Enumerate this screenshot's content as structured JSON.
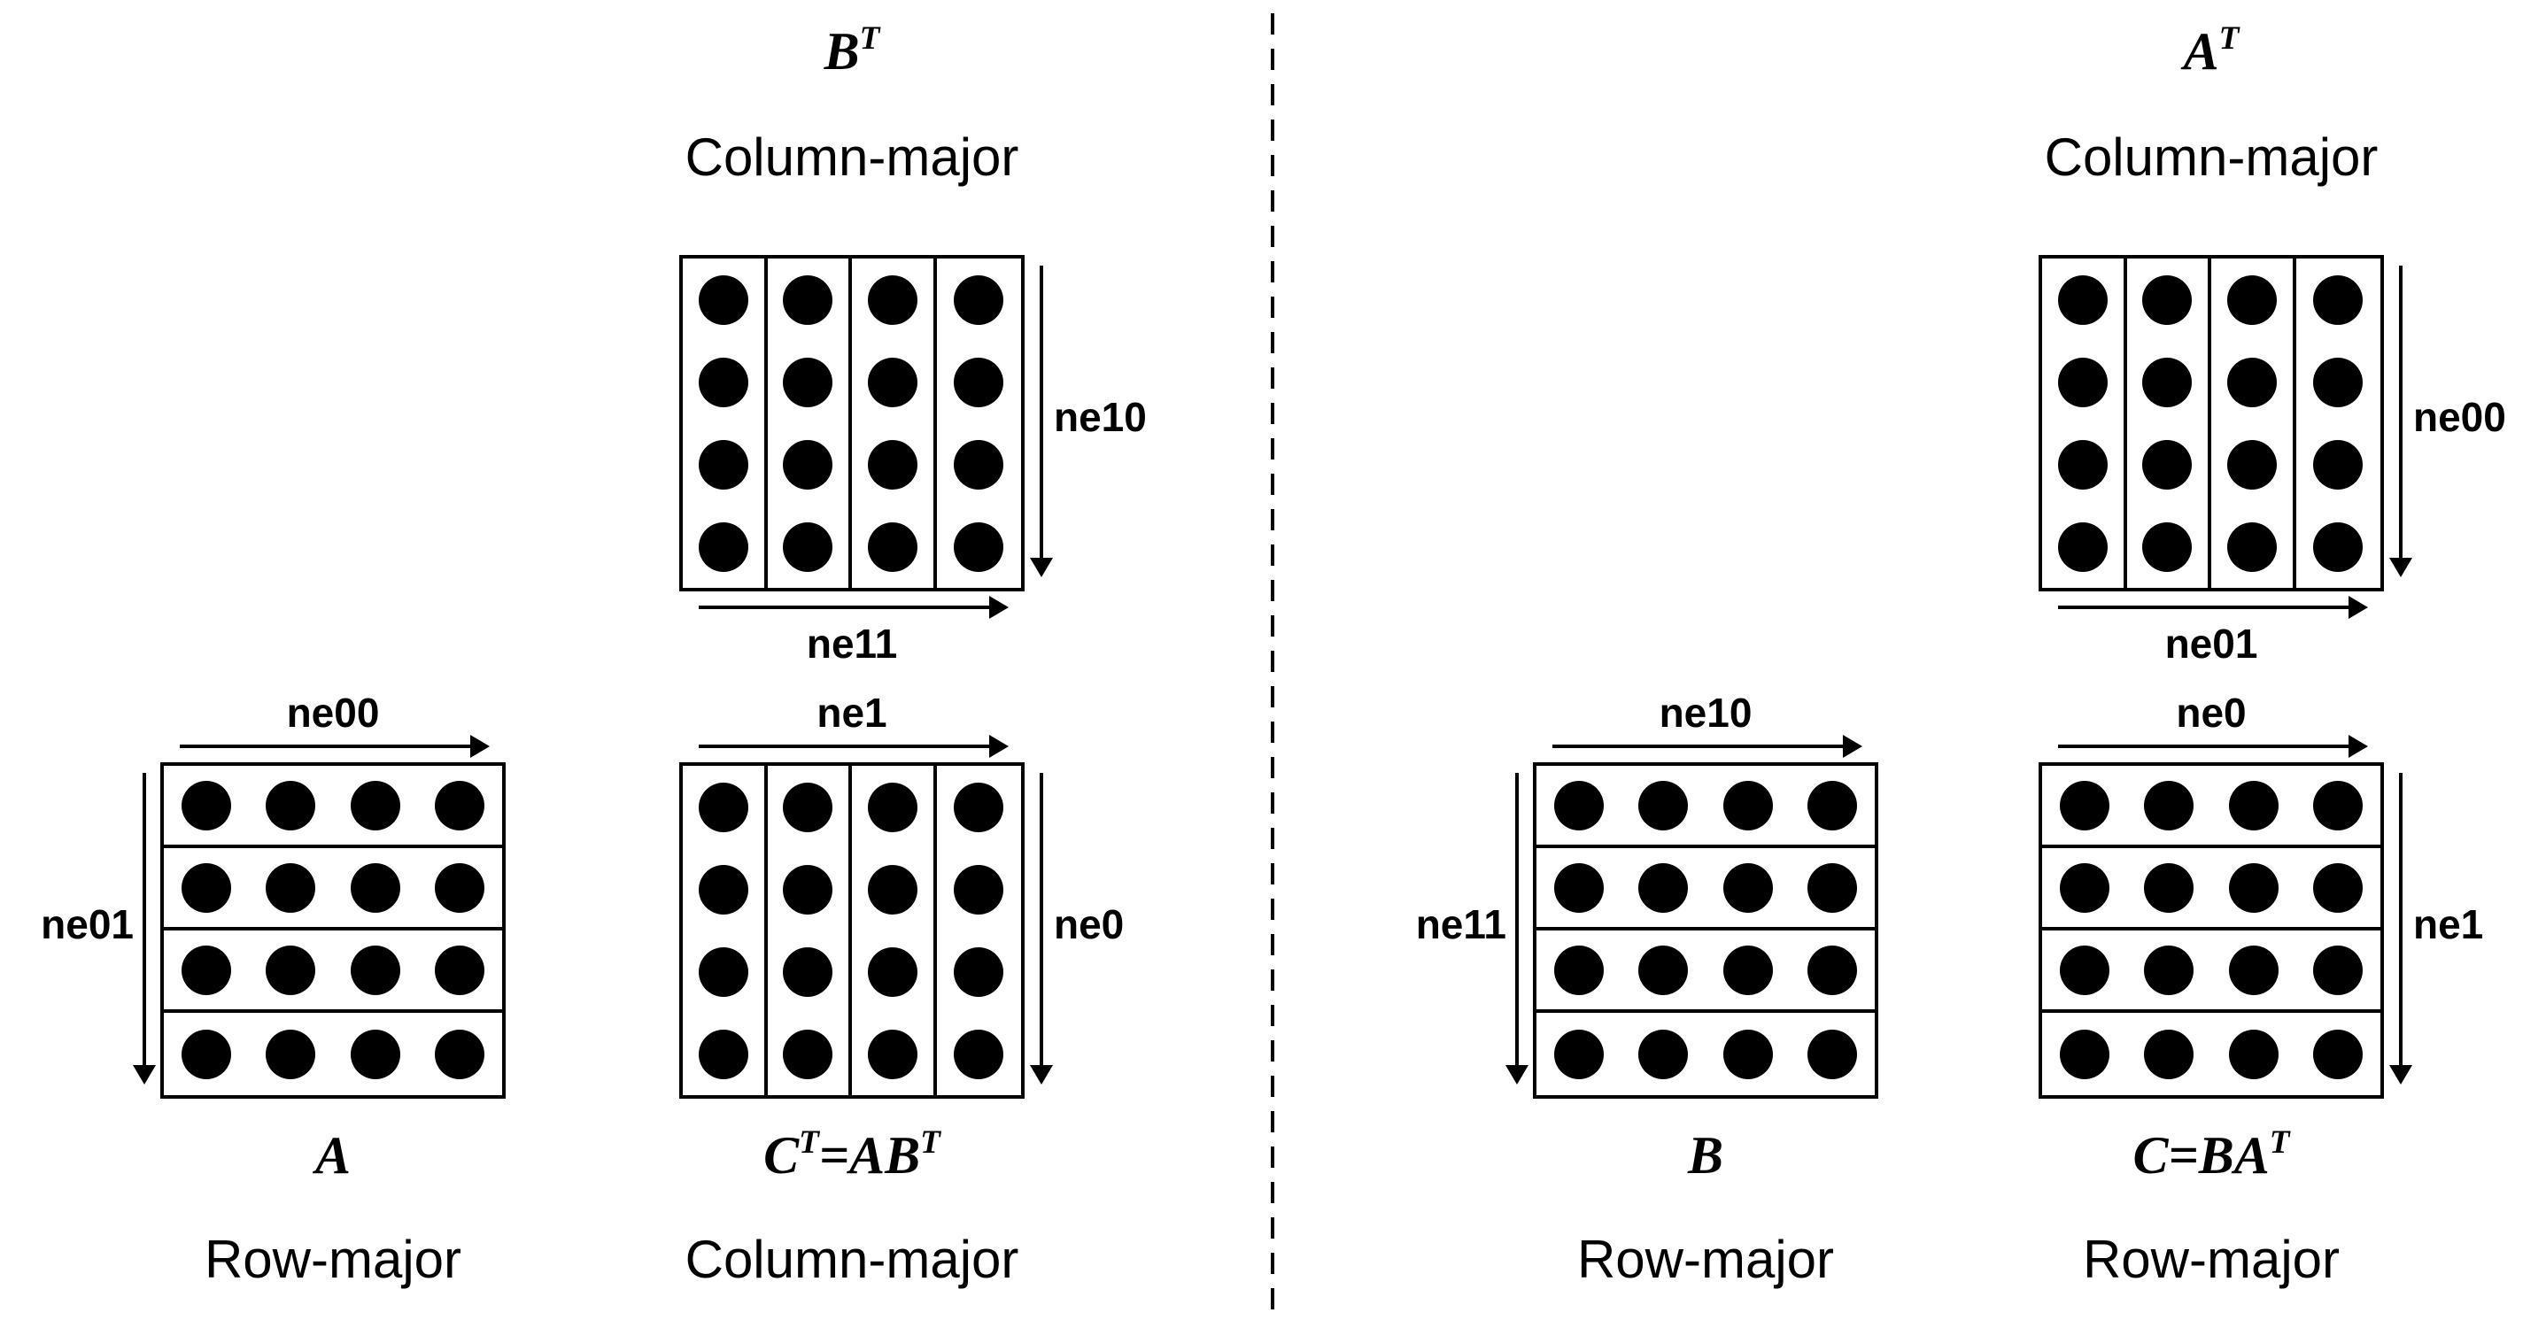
{
  "colors": {
    "ink": "#000000",
    "background": "#ffffff"
  },
  "grid": {
    "rows": 4,
    "cols": 4
  },
  "left_panel": {
    "transposed_b": {
      "title": "B^T",
      "subtitle": "Column-major",
      "vertical_arrow_label": "ne10",
      "horizontal_arrow_label": "ne11"
    },
    "a": {
      "title": "A",
      "subtitle": "Row-major",
      "horizontal_arrow_label": "ne00",
      "vertical_arrow_label": "ne01"
    },
    "result": {
      "title": "C^T=AB^T",
      "subtitle": "Column-major",
      "horizontal_arrow_label": "ne1",
      "vertical_arrow_label": "ne0"
    }
  },
  "right_panel": {
    "transposed_a": {
      "title": "A^T",
      "subtitle": "Column-major",
      "vertical_arrow_label": "ne00",
      "horizontal_arrow_label": "ne01"
    },
    "b": {
      "title": "B",
      "subtitle": "Row-major",
      "horizontal_arrow_label": "ne10",
      "vertical_arrow_label": "ne11"
    },
    "result": {
      "title": "C=BA^T",
      "subtitle": "Row-major",
      "horizontal_arrow_label": "ne0",
      "vertical_arrow_label": "ne1"
    }
  }
}
